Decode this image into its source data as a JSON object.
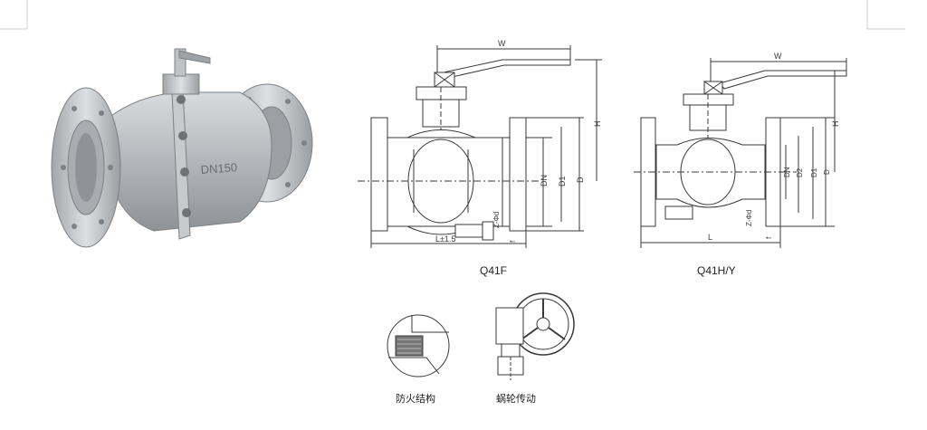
{
  "figure": {
    "q41f": {
      "caption": "Q41F",
      "labels": {
        "w": "W",
        "h": "H",
        "dn": "DN",
        "d1": "D1",
        "d": "D",
        "l": "L±1.5",
        "z": "Z-Φd",
        "f": "f"
      }
    },
    "q41hy": {
      "caption": "Q41H/Y",
      "labels": {
        "w": "W",
        "h": "H",
        "dn": "DN",
        "d2": "D2",
        "d1": "D1",
        "d": "D",
        "l": "L",
        "z": "Z-Φd",
        "f": "f"
      }
    },
    "details": [
      {
        "caption": "防火结构"
      },
      {
        "caption": "蜗轮传动"
      }
    ],
    "photo": {
      "body_mark": "DN150"
    }
  },
  "colors": {
    "line": "#3a3a3a",
    "metal": "#b8bcc0",
    "metal_dark": "#8c9094"
  }
}
